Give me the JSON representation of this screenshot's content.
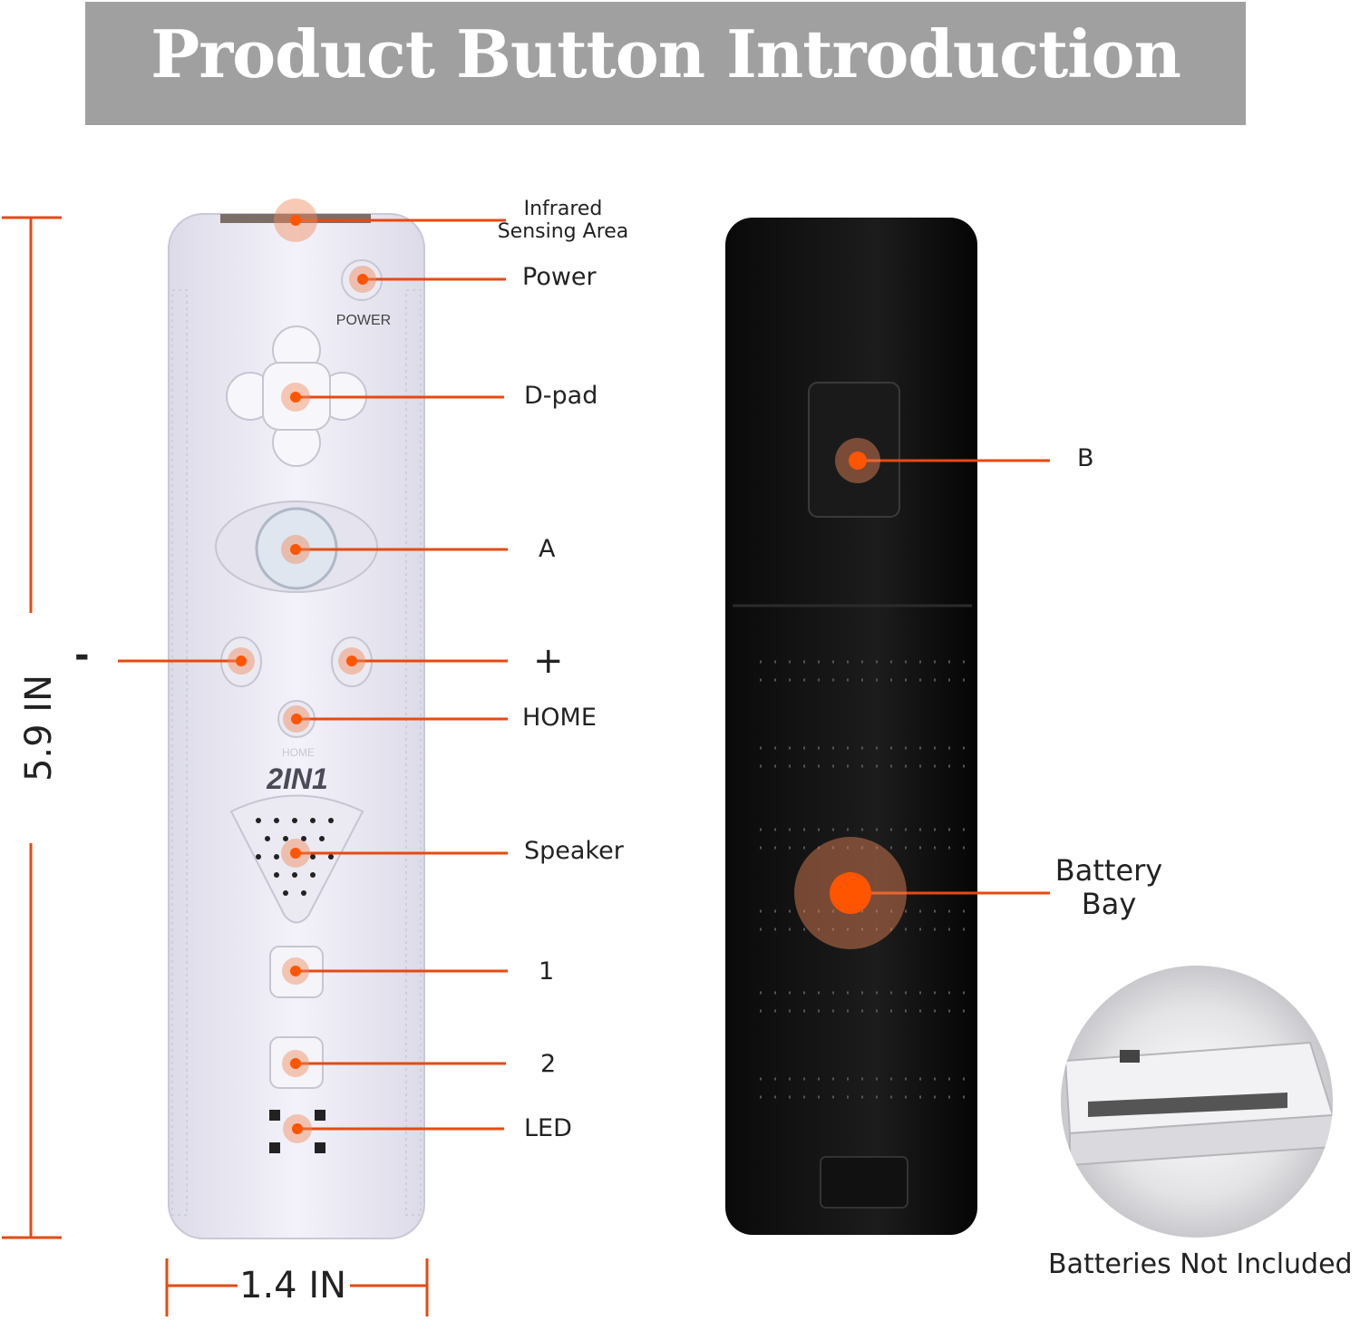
{
  "title": "Product Button Introduction",
  "accent_color": "#e64a12",
  "labels": {
    "infrared": [
      "Infrared",
      "Sensing Area"
    ],
    "power": "Power",
    "dpad": "D-pad",
    "a": "A",
    "minus": "-",
    "plus": "+",
    "home": "HOME",
    "speaker": "Speaker",
    "one": "1",
    "two": "2",
    "led": "LED",
    "b": "B",
    "battery": [
      "Battery",
      "Bay"
    ],
    "batteries_note": "Batteries Not Included"
  },
  "dimensions": {
    "height": "5.9 IN",
    "width": "1.4 IN"
  },
  "remote_print": {
    "power": "POWER",
    "home": "HOME",
    "logo": "2IN1"
  }
}
